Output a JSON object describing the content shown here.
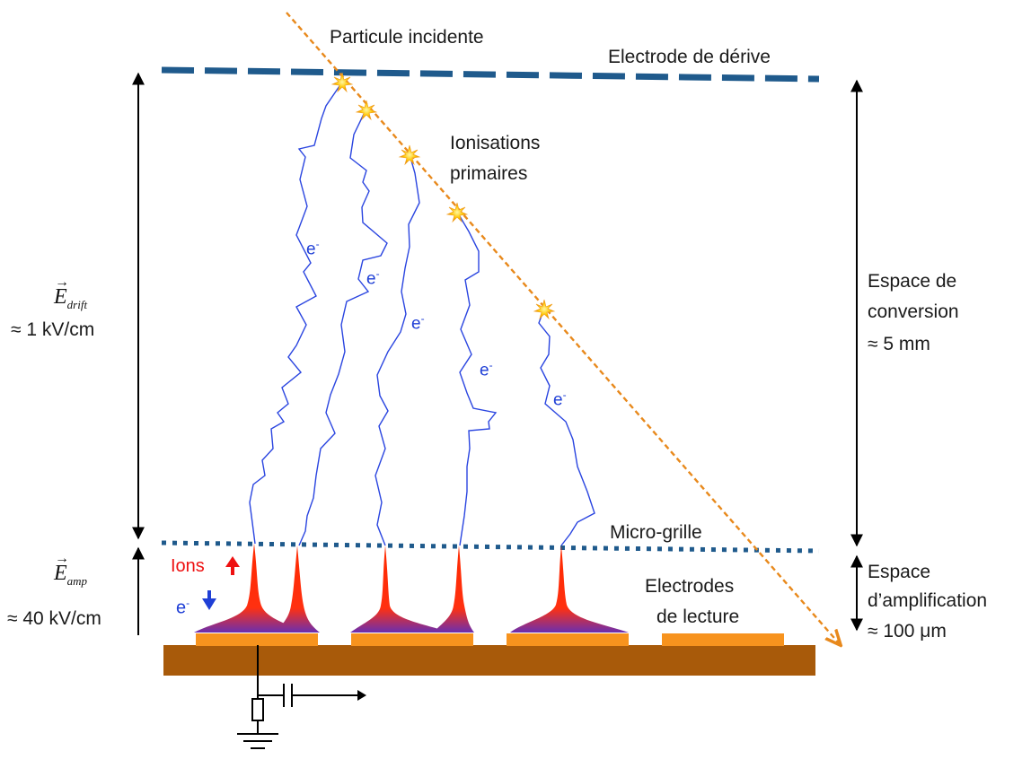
{
  "labels": {
    "particule": "Particule incidente",
    "electrode_derive": "Electrode de dérive",
    "ionisations_l1": "Ionisations",
    "ionisations_l2": "primaires",
    "espace_conv_l1": "Espace de",
    "espace_conv_l2": "conversion",
    "espace_conv_l3": "≈ 5 mm",
    "micro_grille": "Micro-grille",
    "espace_amp_l1": "Espace",
    "espace_amp_l2": "d’amplification",
    "espace_amp_l3": "≈ 100 μm",
    "electrodes_l1": "Electrodes",
    "electrodes_l2": "de lecture",
    "edrift_symbol": "E",
    "edrift_sub": "drift",
    "edrift_value": "≈ 1 kV/cm",
    "eamp_symbol": "E",
    "eamp_sub": "amp",
    "eamp_value": "≈ 40 kV/cm",
    "ions": "Ions",
    "electron": "e",
    "electron_sup": "-"
  },
  "colors": {
    "drift_electrode": "#1f5a8c",
    "micro_grid": "#1f5a8c",
    "track": "#e8891c",
    "drift_path": "#2a45e0",
    "substrate": "#a85a0a",
    "readout_strip": "#f7931e",
    "avalanche_top": "#ff2a00",
    "avalanche_bottom": "#7b2fa8",
    "ion_arrow": "#ee1111",
    "electron_arrow": "#1f3fd6"
  }
}
